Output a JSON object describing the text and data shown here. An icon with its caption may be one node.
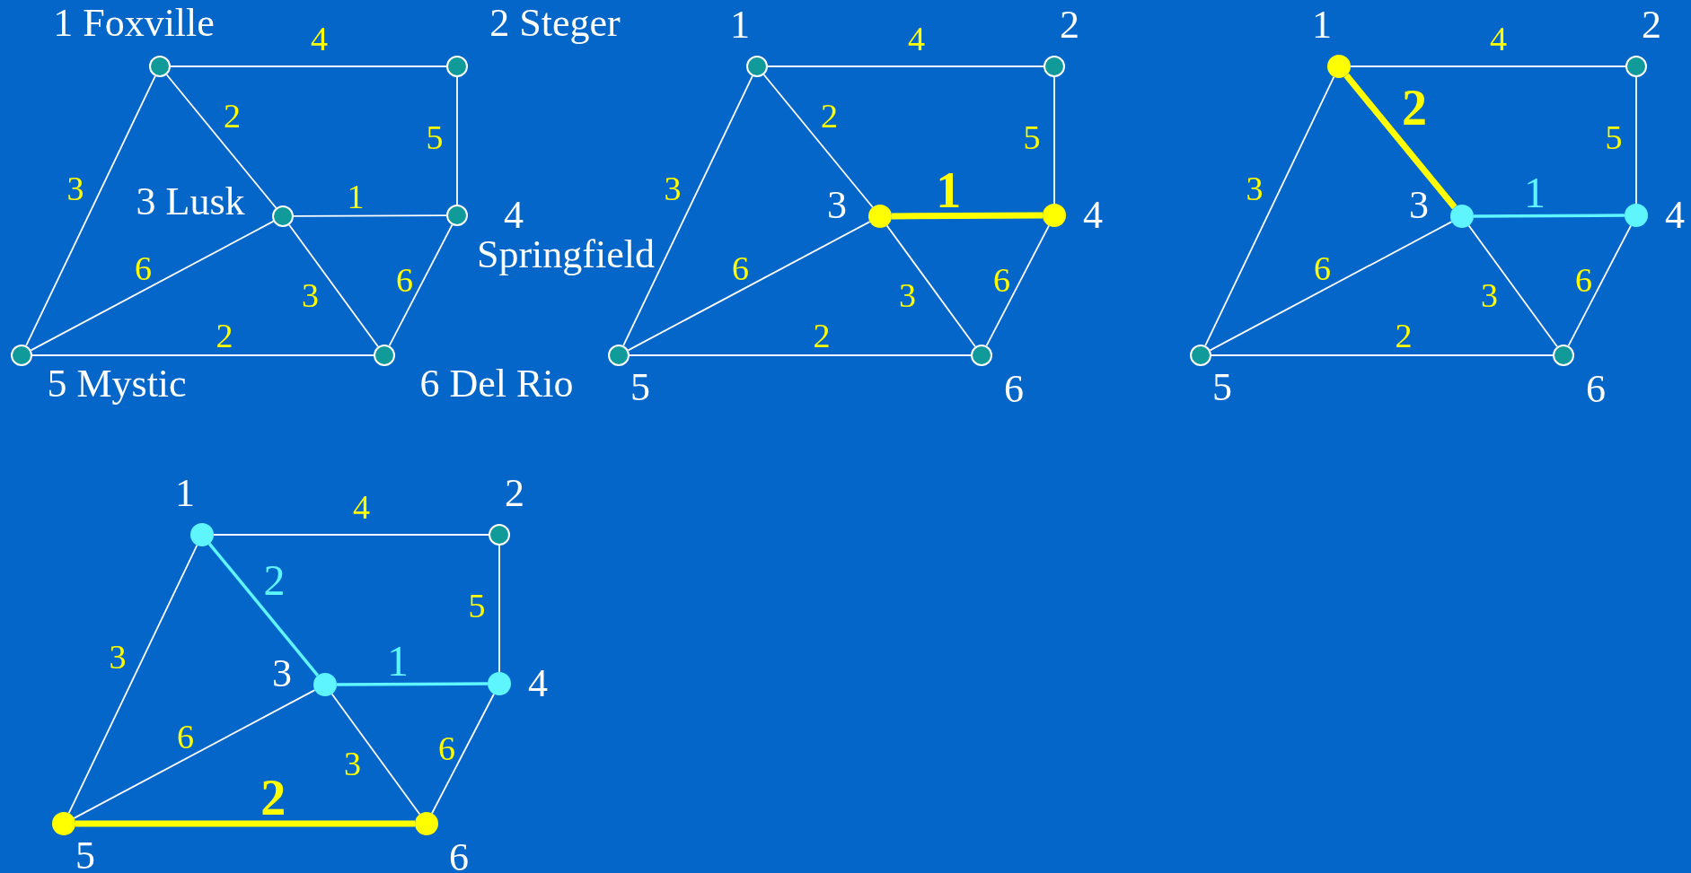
{
  "diagram": {
    "nodes": [
      {
        "text": [],
        "shape": "circle",
        "beside": [
          "1 Foxville"
        ]
      },
      {
        "text": [],
        "shape": "circle",
        "beside": [
          "2 Steger"
        ]
      },
      {
        "text": [],
        "shape": "circle",
        "beside": [
          "3 Lusk"
        ]
      },
      {
        "text": [],
        "shape": "circle",
        "beside": [
          "4 Springfield"
        ]
      },
      {
        "text": [],
        "shape": "circle",
        "beside": [
          "5 Mystic"
        ]
      },
      {
        "text": [],
        "shape": "circle",
        "beside": [
          "6 Del Rio"
        ]
      },
      {
        "text": [],
        "shape": "circle",
        "beside": [
          "1"
        ]
      },
      {
        "text": [],
        "shape": "circle",
        "beside": [
          "2"
        ]
      },
      {
        "text": [],
        "shape": "circle",
        "beside": [
          "3"
        ]
      },
      {
        "text": [],
        "shape": "circle",
        "beside": [
          "4"
        ]
      },
      {
        "text": [],
        "shape": "circle",
        "beside": [
          "5"
        ]
      },
      {
        "text": [],
        "shape": "circle",
        "beside": [
          "6"
        ]
      },
      {
        "text": [],
        "shape": "circle",
        "beside": [
          "1"
        ]
      },
      {
        "text": [],
        "shape": "circle",
        "beside": [
          "2"
        ]
      },
      {
        "text": [],
        "shape": "circle",
        "beside": [
          "3"
        ]
      },
      {
        "text": [],
        "shape": "circle",
        "beside": [
          "4"
        ]
      },
      {
        "text": [],
        "shape": "circle",
        "beside": [
          "5"
        ]
      },
      {
        "text": [],
        "shape": "circle",
        "beside": [
          "6"
        ]
      },
      {
        "text": [],
        "shape": "circle",
        "beside": [
          "1"
        ]
      },
      {
        "text": [],
        "shape": "circle",
        "beside": [
          "2"
        ]
      },
      {
        "text": [],
        "shape": "circle",
        "beside": [
          "3"
        ]
      },
      {
        "text": [],
        "shape": "circle",
        "beside": [
          "4"
        ]
      },
      {
        "text": [],
        "shape": "circle",
        "beside": [
          "5"
        ]
      },
      {
        "text": [],
        "shape": "circle",
        "beside": [
          "6"
        ]
      }
    ],
    "edges": [
      {
        "from": 0,
        "to": 1,
        "arrow": "none",
        "label": "4"
      },
      {
        "from": 0,
        "to": 2,
        "arrow": "none",
        "label": "2"
      },
      {
        "from": 1,
        "to": 3,
        "arrow": "none",
        "label": "5"
      },
      {
        "from": 2,
        "to": 3,
        "arrow": "none",
        "label": "1"
      },
      {
        "from": 0,
        "to": 4,
        "arrow": "none",
        "label": "3"
      },
      {
        "from": 2,
        "to": 4,
        "arrow": "none",
        "label": "6"
      },
      {
        "from": 2,
        "to": 5,
        "arrow": "none",
        "label": "3"
      },
      {
        "from": 3,
        "to": 5,
        "arrow": "none",
        "label": "6"
      },
      {
        "from": 4,
        "to": 5,
        "arrow": "none",
        "label": "2"
      },
      {
        "from": 6,
        "to": 7,
        "arrow": "none",
        "label": "4"
      },
      {
        "from": 6,
        "to": 8,
        "arrow": "none",
        "label": "2"
      },
      {
        "from": 7,
        "to": 9,
        "arrow": "none",
        "label": "5"
      },
      {
        "from": 8,
        "to": 9,
        "arrow": "none",
        "label": "1",
        "style": "thick",
        "color": "#ffff00"
      },
      {
        "from": 6,
        "to": 10,
        "arrow": "none",
        "label": "3"
      },
      {
        "from": 8,
        "to": 10,
        "arrow": "none",
        "label": "6"
      },
      {
        "from": 8,
        "to": 11,
        "arrow": "none",
        "label": "3"
      },
      {
        "from": 9,
        "to": 11,
        "arrow": "none",
        "label": "6"
      },
      {
        "from": 10,
        "to": 11,
        "arrow": "none",
        "label": "2"
      },
      {
        "from": 12,
        "to": 13,
        "arrow": "none",
        "label": "4"
      },
      {
        "from": 12,
        "to": 14,
        "arrow": "none",
        "label": "2",
        "style": "thick",
        "color": "#ffff00"
      },
      {
        "from": 13,
        "to": 15,
        "arrow": "none",
        "label": "5"
      },
      {
        "from": 14,
        "to": 15,
        "arrow": "none",
        "label": "1",
        "color": "#5ff5ff"
      },
      {
        "from": 12,
        "to": 16,
        "arrow": "none",
        "label": "3"
      },
      {
        "from": 14,
        "to": 16,
        "arrow": "none",
        "label": "6"
      },
      {
        "from": 14,
        "to": 17,
        "arrow": "none",
        "label": "3"
      },
      {
        "from": 15,
        "to": 17,
        "arrow": "none",
        "label": "6"
      },
      {
        "from": 16,
        "to": 17,
        "arrow": "none",
        "label": "2"
      },
      {
        "from": 18,
        "to": 19,
        "arrow": "none",
        "label": "4"
      },
      {
        "from": 18,
        "to": 20,
        "arrow": "none",
        "label": "2",
        "color": "#5ff5ff"
      },
      {
        "from": 19,
        "to": 21,
        "arrow": "none",
        "label": "5"
      },
      {
        "from": 20,
        "to": 21,
        "arrow": "none",
        "label": "1",
        "color": "#5ff5ff"
      },
      {
        "from": 18,
        "to": 22,
        "arrow": "none",
        "label": "3"
      },
      {
        "from": 20,
        "to": 22,
        "arrow": "none",
        "label": "6"
      },
      {
        "from": 20,
        "to": 23,
        "arrow": "none",
        "label": "3"
      },
      {
        "from": 21,
        "to": 23,
        "arrow": "none",
        "label": "6"
      },
      {
        "from": 22,
        "to": 23,
        "arrow": "none",
        "label": "2",
        "style": "thick",
        "color": "#ffff00"
      }
    ]
  }
}
